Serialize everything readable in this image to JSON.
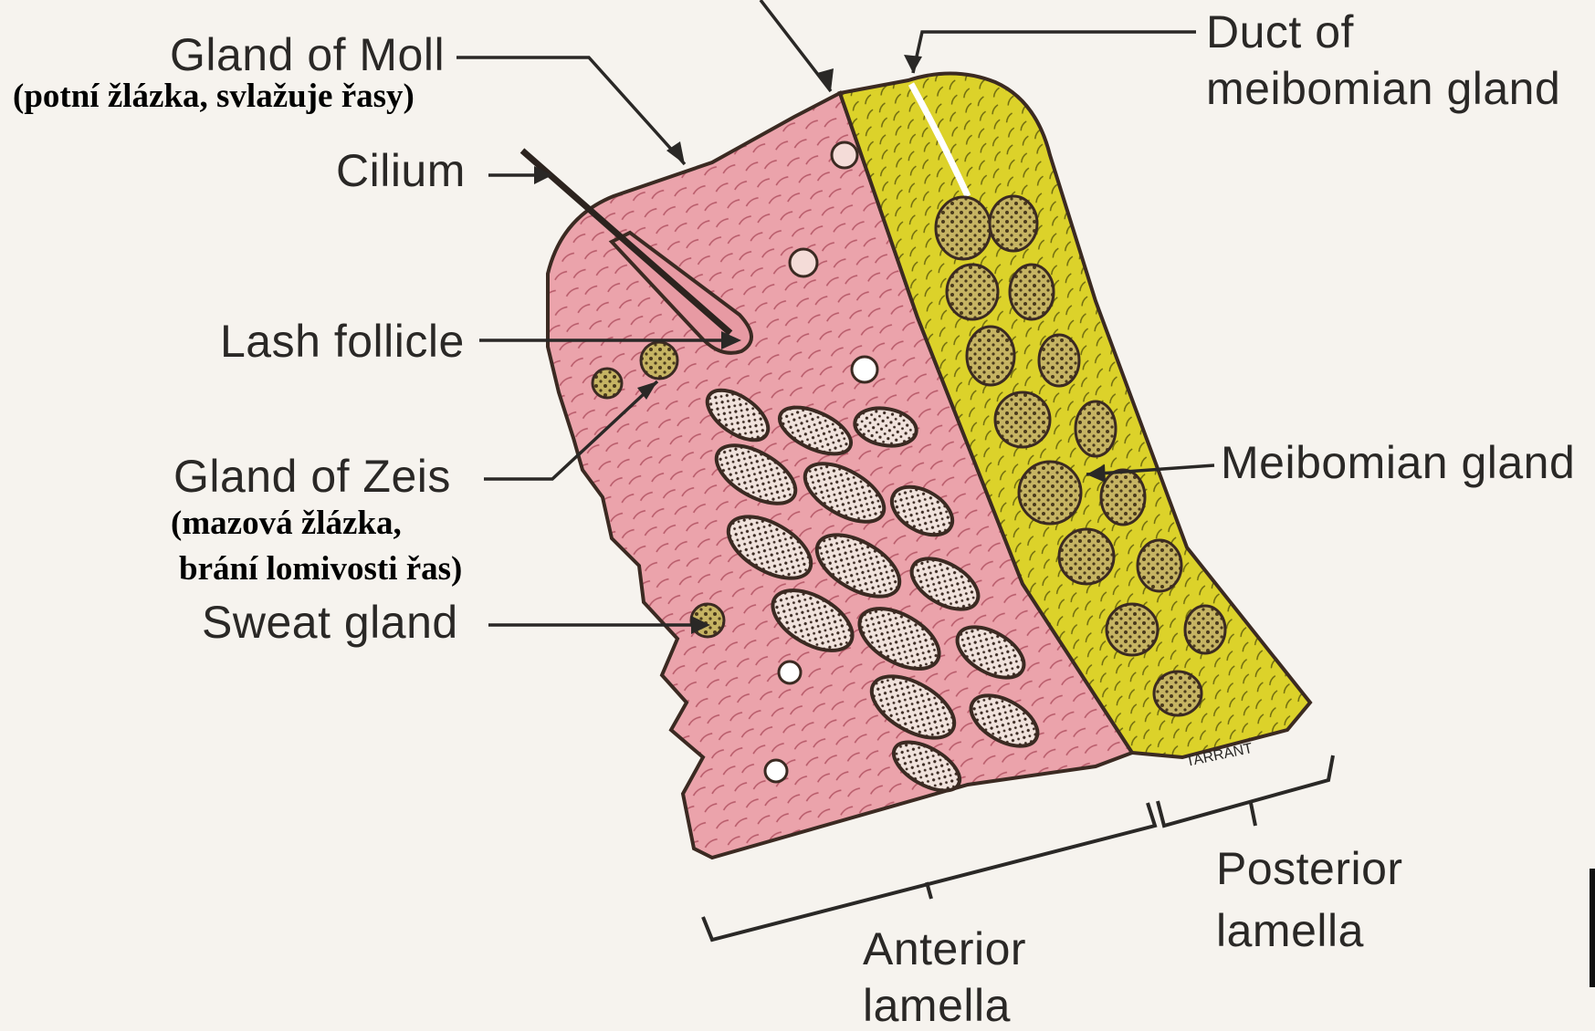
{
  "labels": {
    "gland_of_moll": "Gland of Moll",
    "cilium": "Cilium",
    "lash_follicle": "Lash follicle",
    "gland_of_zeis": "Gland of Zeis",
    "sweat_gland": "Sweat gland",
    "duct_line1": "Duct of",
    "duct_line2": "meibomian gland",
    "meibomian_gland": "Meibomian gland",
    "posterior_line1": "Posterior",
    "posterior_line2": "lamella",
    "anterior_line1": "Anterior",
    "anterior_line2": "lamella",
    "signature": "TARRANT"
  },
  "annotations": {
    "moll_note": "(potní žlázka, svlažuje řasy)",
    "zeis_note_line1": "(mazová žlázka,",
    "zeis_note_line2": "brání lomivosti řas)"
  },
  "colors": {
    "background": "#f6f3ee",
    "skin_pink": "#e9a0a8",
    "tarsus_yellow": "#d9d127",
    "gland_tissue": "#c9b565",
    "outline": "#3b2a22",
    "label_text": "#2a2826"
  }
}
